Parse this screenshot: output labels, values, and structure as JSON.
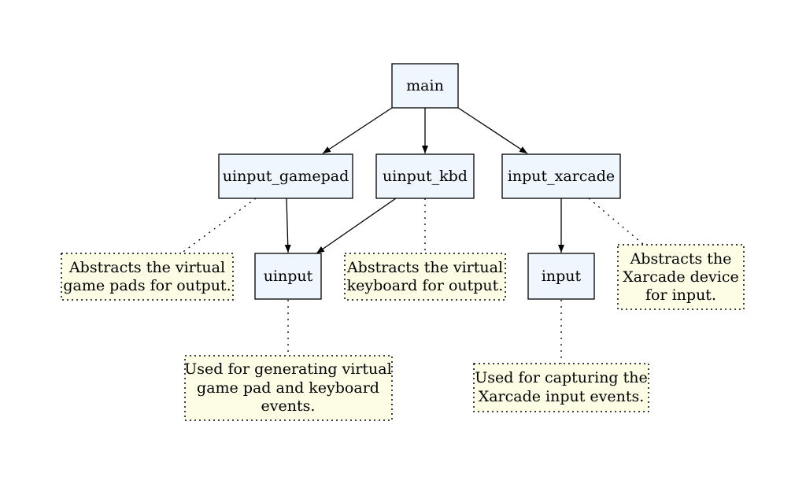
{
  "colors": {
    "node_fill": "#f0f6fd",
    "node_stroke": "#000000",
    "note_fill": "#fdfde6",
    "note_stroke": "#000000",
    "edge": "#000000"
  },
  "nodes": {
    "main": "main",
    "uinput_gamepad": "uinput_gamepad",
    "uinput_kbd": "uinput_kbd",
    "input_xarcade": "input_xarcade",
    "uinput": "uinput",
    "input": "input"
  },
  "notes": {
    "gamepad_note": [
      "Abstracts the virtual",
      "game pads for output."
    ],
    "kbd_note": [
      "Abstracts the virtual",
      "keyboard for output."
    ],
    "xarcade_note": [
      "Abstracts the",
      "Xarcade device",
      "for input."
    ],
    "uinput_note": [
      "Used for generating virtual",
      "game pad and keyboard",
      "events."
    ],
    "input_note": [
      "Used for capturing the",
      "Xarcade input events."
    ]
  },
  "edges": [
    {
      "from": "main",
      "to": "uinput_gamepad"
    },
    {
      "from": "main",
      "to": "uinput_kbd"
    },
    {
      "from": "main",
      "to": "input_xarcade"
    },
    {
      "from": "uinput_gamepad",
      "to": "uinput"
    },
    {
      "from": "uinput_kbd",
      "to": "uinput"
    },
    {
      "from": "input_xarcade",
      "to": "input"
    }
  ],
  "note_links": [
    {
      "from": "uinput_gamepad",
      "to": "gamepad_note"
    },
    {
      "from": "uinput_kbd",
      "to": "kbd_note"
    },
    {
      "from": "input_xarcade",
      "to": "xarcade_note"
    },
    {
      "from": "uinput",
      "to": "uinput_note"
    },
    {
      "from": "input",
      "to": "input_note"
    }
  ]
}
